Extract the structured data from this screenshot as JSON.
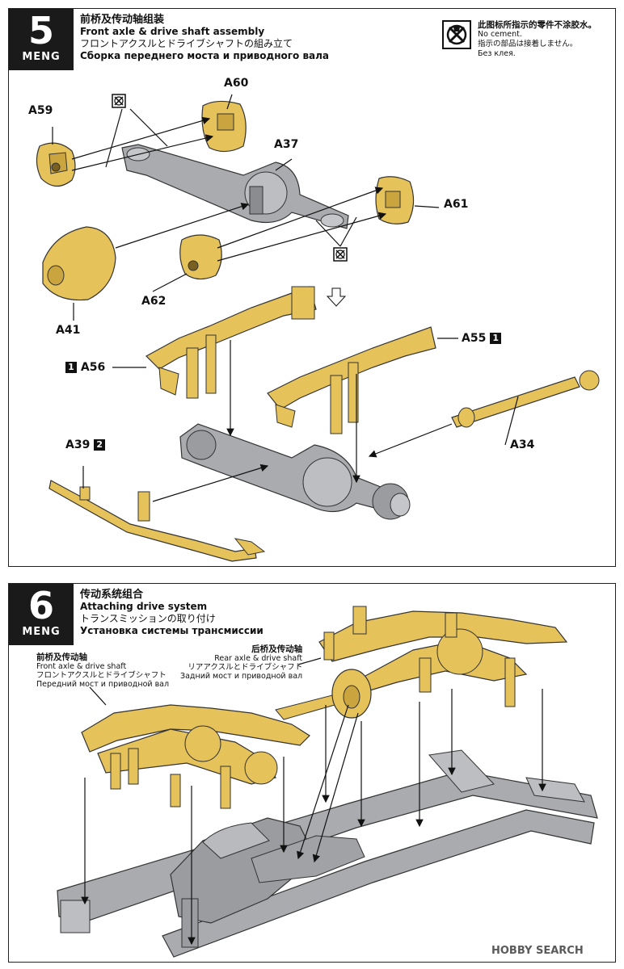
{
  "step5": {
    "number": "5",
    "brand": "MENG",
    "title_zh": "前桥及传动轴组装",
    "title_en": "Front axle & drive shaft assembly",
    "title_ja": "フロントアクスルとドライブシャフトの組み立て",
    "title_ru": "Сборка переднего моста и приводного вала",
    "no_cement_zh": "此图标所指示的零件不涂胶水。",
    "no_cement_en": "No cement.",
    "no_cement_ja": "指示の部品は接着しません。",
    "no_cement_ru": "Без клея.",
    "parts": {
      "a59": "A59",
      "a60": "A60",
      "a37": "A37",
      "a61": "A61",
      "a62": "A62",
      "a41": "A41",
      "a56": "A56",
      "a56_num": "1",
      "a55": "A55",
      "a55_num": "1",
      "a39": "A39",
      "a39_num": "2",
      "a34": "A34"
    }
  },
  "step6": {
    "number": "6",
    "brand": "MENG",
    "title_zh": "传动系统组合",
    "title_en": "Attaching drive system",
    "title_ja": "トランスミッションの取り付け",
    "title_ru": "Установка системы трансмиссии",
    "front": {
      "zh": "前桥及传动轴",
      "en": "Front axle & drive shaft",
      "ja": "フロントアクスルとドライブシャフト",
      "ru": "Передний мост и приводной вал"
    },
    "rear": {
      "zh": "后桥及传动轴",
      "en": "Rear axle & drive shaft",
      "ja": "リアアクスルとドライブシャフト",
      "ru": "Задний мост и приводной вал"
    }
  },
  "watermark": "HOBBY SEARCH",
  "colors": {
    "part_yellow": "#e6c35a",
    "part_grey": "#a9abae",
    "frame": "#1a1a1a"
  }
}
